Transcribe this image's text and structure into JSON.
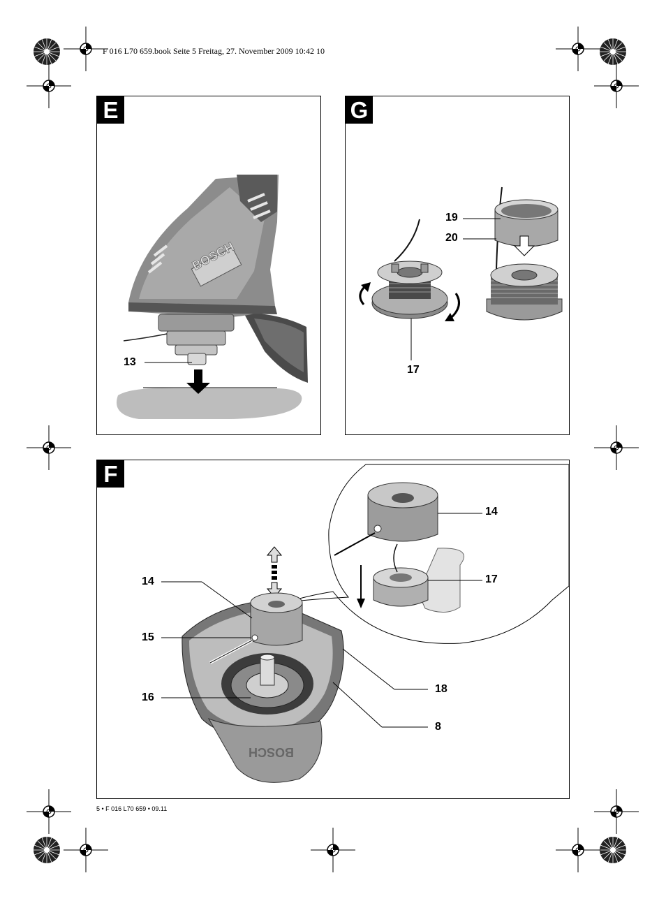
{
  "header": {
    "book_info": "F 016 L70 659.book  Seite 5  Freitag, 27. November 2009  10:42 10"
  },
  "footer": {
    "print_code": "5 • F 016 L70 659 • 09.11"
  },
  "figures": {
    "E": {
      "label": "E",
      "callouts": [
        "13"
      ],
      "brand_text": "BOSCH"
    },
    "G": {
      "label": "G",
      "callouts": [
        "19",
        "20",
        "17"
      ]
    },
    "F": {
      "label": "F",
      "callouts": [
        "14",
        "15",
        "16",
        "14",
        "17",
        "18",
        "8"
      ],
      "brand_text": "BOSCH"
    }
  }
}
